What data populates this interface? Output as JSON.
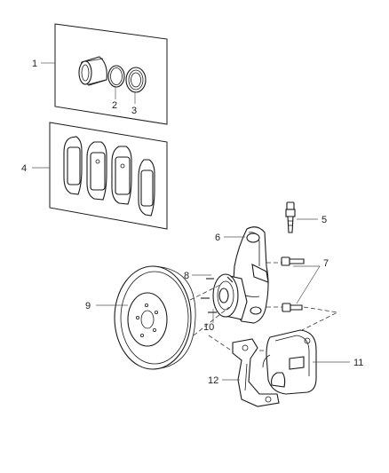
{
  "callouts": {
    "c1": "1",
    "c2": "2",
    "c3": "3",
    "c4": "4",
    "c5": "5",
    "c6": "6",
    "c7": "7",
    "c8": "8",
    "c9": "9",
    "c10": "10",
    "c11": "11",
    "c12": "12"
  },
  "parts": [
    {
      "callout": "1",
      "part": "caliper-piston-seal-kit"
    },
    {
      "callout": "2",
      "part": "piston-seal-ring"
    },
    {
      "callout": "3",
      "part": "piston-boot"
    },
    {
      "callout": "4",
      "part": "brake-pad-set"
    },
    {
      "callout": "5",
      "part": "bleeder-screw"
    },
    {
      "callout": "6",
      "part": "steering-knuckle"
    },
    {
      "callout": "7",
      "part": "bolts"
    },
    {
      "callout": "8",
      "part": "hub-and-bearing"
    },
    {
      "callout": "9",
      "part": "brake-rotor"
    },
    {
      "callout": "10",
      "part": "wheel-stud"
    },
    {
      "callout": "11",
      "part": "brake-caliper"
    },
    {
      "callout": "12",
      "part": "caliper-adapter"
    }
  ]
}
